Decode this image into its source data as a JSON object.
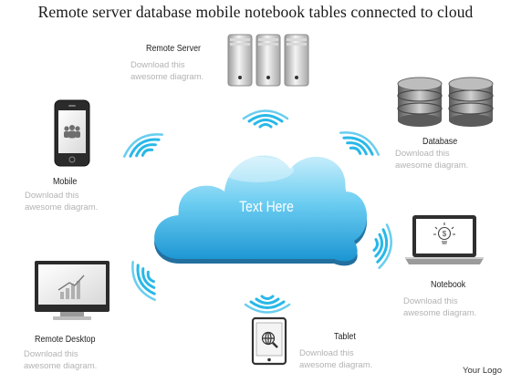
{
  "title": "Remote server database mobile notebook tables connected to cloud",
  "cloud": {
    "text": "Text Here"
  },
  "nodes": {
    "remote_server": {
      "label": "Remote Server",
      "desc": [
        "Download this",
        "awesome diagram."
      ],
      "icon": "server-rack-icon"
    },
    "database": {
      "label": "Database",
      "desc": [
        "Download this",
        "awesome diagram."
      ],
      "icon": "database-icon"
    },
    "mobile": {
      "label": "Mobile",
      "desc": [
        "Download this",
        "awesome diagram."
      ],
      "icon": "mobile-phone-icon"
    },
    "notebook": {
      "label": "Notebook",
      "desc": [
        "Download this",
        "awesome diagram."
      ],
      "icon": "laptop-icon"
    },
    "remote_desktop": {
      "label": "Remote Desktop",
      "desc": [
        "Download this",
        "awesome diagram."
      ],
      "icon": "desktop-monitor-icon"
    },
    "tablet": {
      "label": "Tablet",
      "desc": [
        "Download this",
        "awesome diagram."
      ],
      "icon": "tablet-icon"
    }
  },
  "logo": "Your Logo",
  "colors": {
    "cloud_top": "#bfeaf9",
    "cloud_bottom": "#1e9fd8",
    "wave": "#29b8e8",
    "text_gray": "#b3b3b3"
  }
}
